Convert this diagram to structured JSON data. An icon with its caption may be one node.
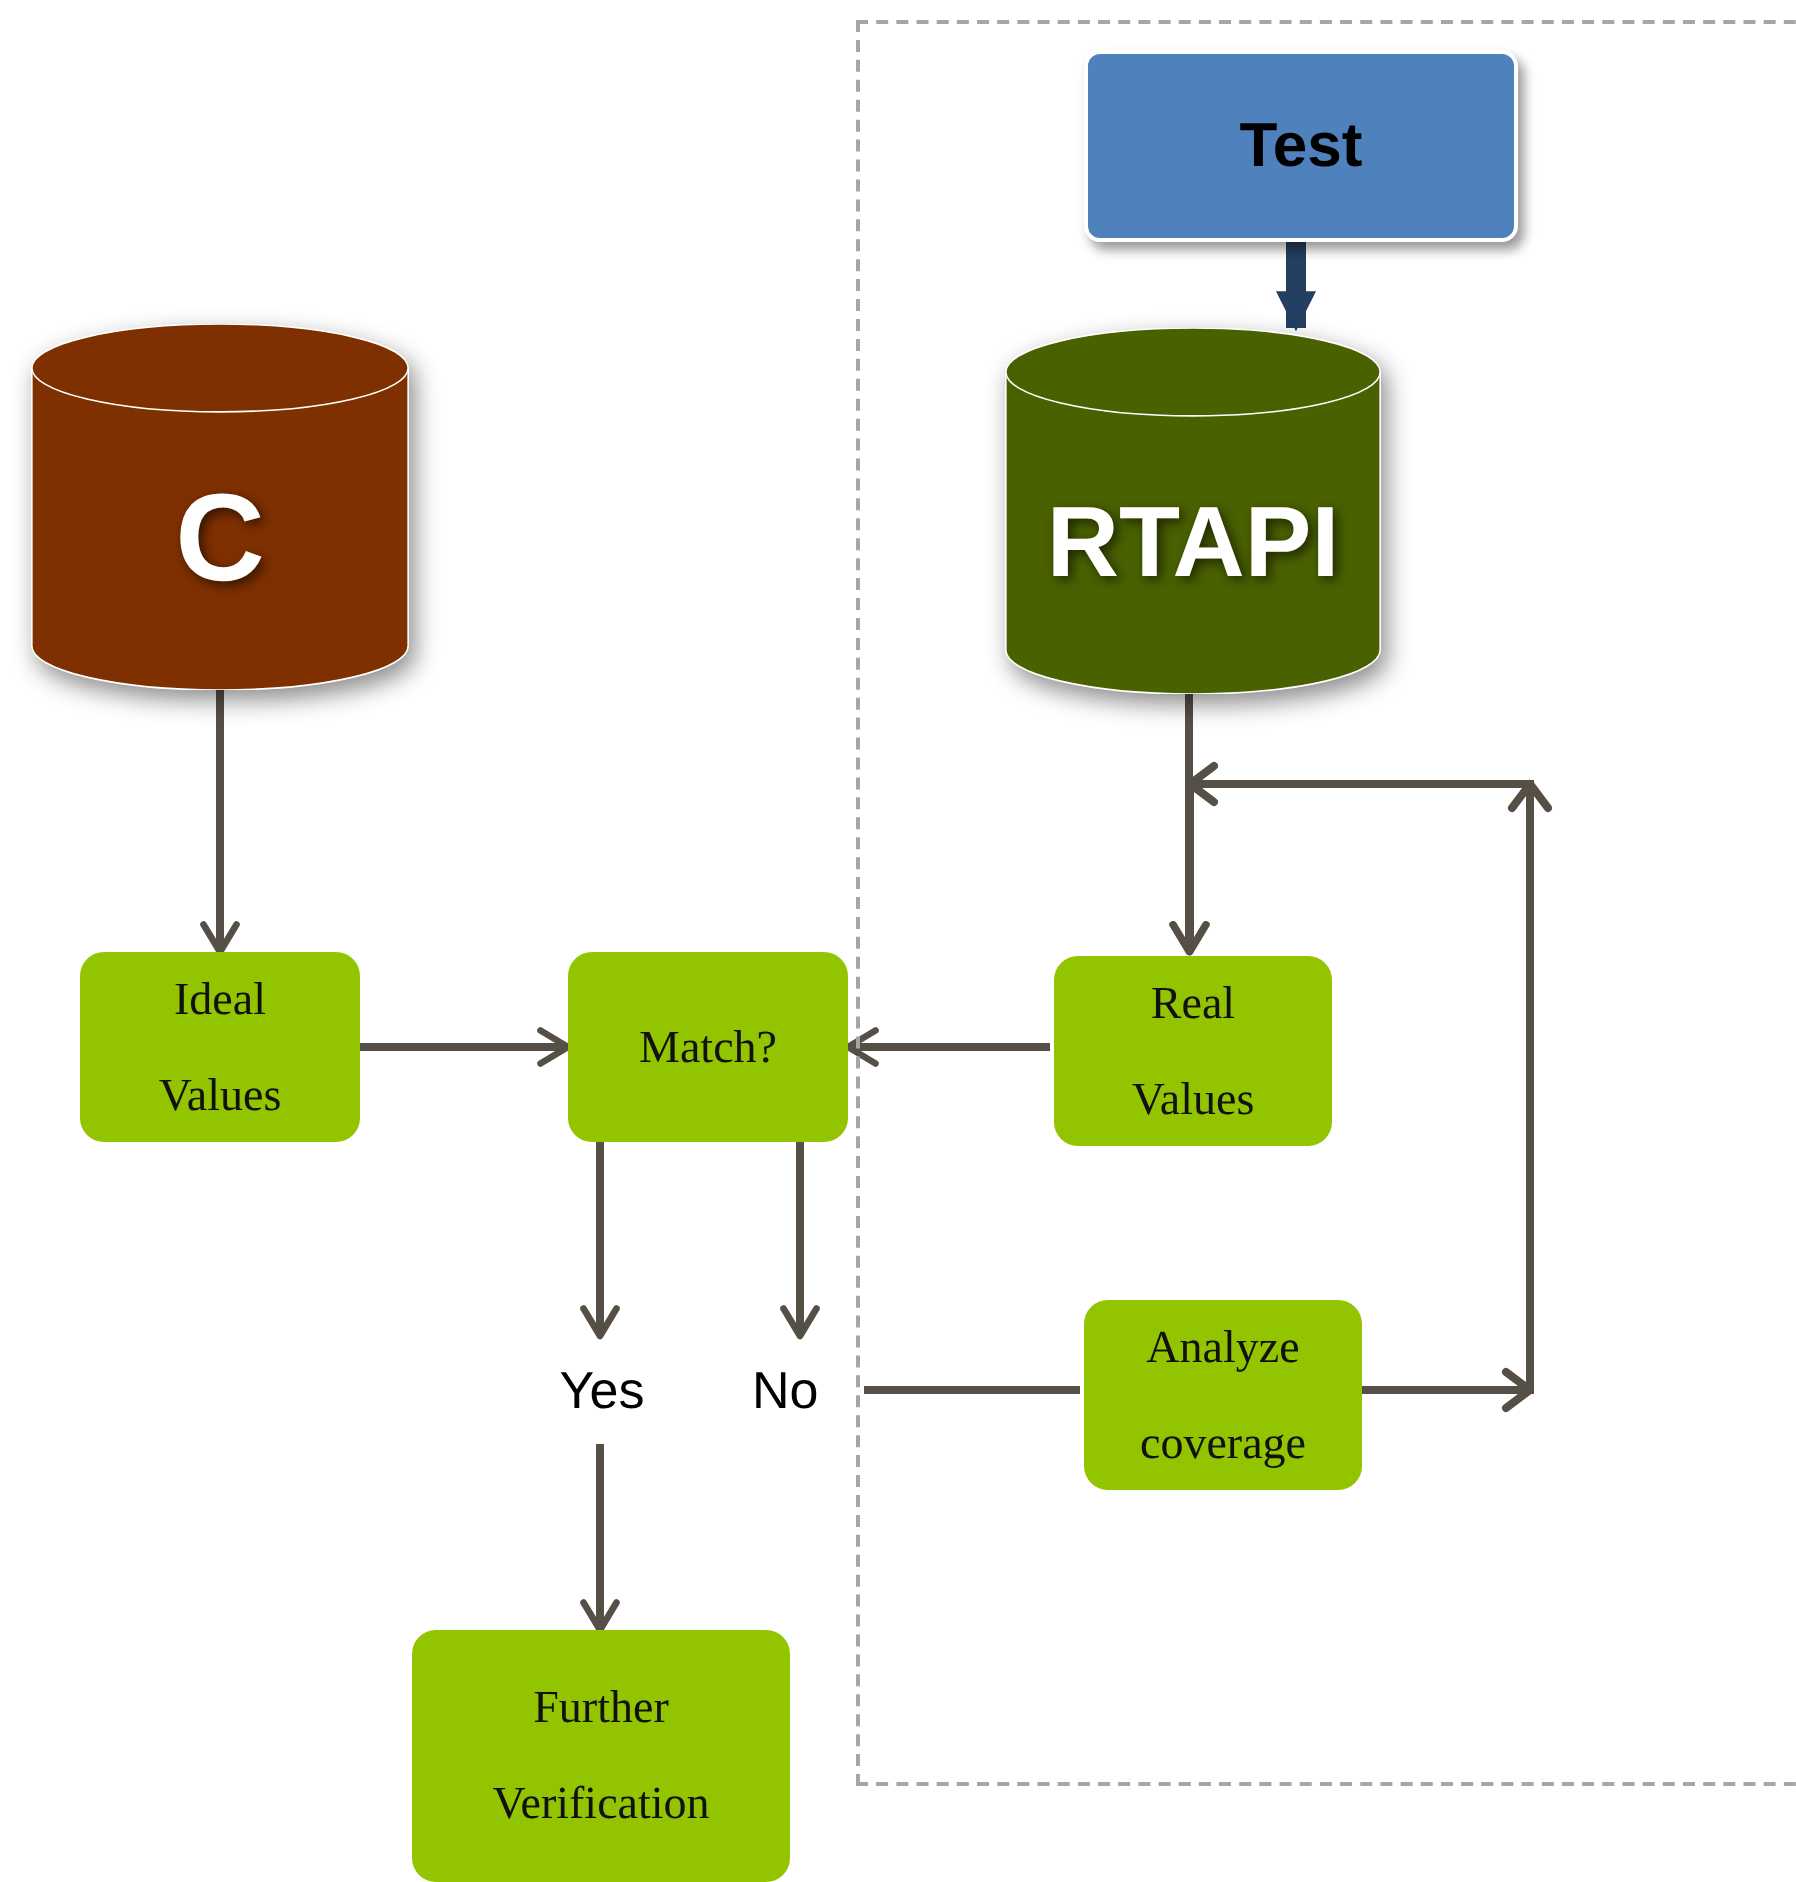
{
  "diagram": {
    "nodes": [
      {
        "text": [],
        "shape": "box"
      },
      {
        "text": [
          "Test"
        ],
        "in": 0
      },
      {
        "text": [
          "C"
        ]
      },
      {
        "text": [
          "RTAPI"
        ],
        "in": 0
      },
      {
        "text": [
          "Ideal Values"
        ]
      },
      {
        "text": [
          "Match?"
        ]
      },
      {
        "text": [
          "Real Values"
        ],
        "in": 0
      },
      {
        "text": [
          "Yes"
        ]
      },
      {
        "text": [
          "No"
        ]
      },
      {
        "text": [
          "Analyze coverage"
        ],
        "in": 0
      },
      {
        "text": [
          "Further Verification"
        ]
      }
    ],
    "edges": [
      {
        "from": 1,
        "to": 3,
        "arrow": "to",
        "style": "thick",
        "color": "#243f60"
      },
      {
        "from": 2,
        "to": 4,
        "arrow": "to"
      },
      {
        "from": 3,
        "to": 6,
        "arrow": "to"
      },
      {
        "from": 4,
        "to": 5,
        "arrow": "to"
      },
      {
        "from": 6,
        "to": 5,
        "arrow": "to"
      },
      {
        "from": 5,
        "to": 7,
        "arrow": "to"
      },
      {
        "from": 5,
        "to": 8,
        "arrow": "to"
      },
      {
        "from": 7,
        "to": 10,
        "arrow": "to"
      },
      {
        "from": 8,
        "to": 9,
        "arrow": "none"
      },
      {
        "from": 9,
        "to": 6,
        "arrow": "to"
      }
    ]
  }
}
